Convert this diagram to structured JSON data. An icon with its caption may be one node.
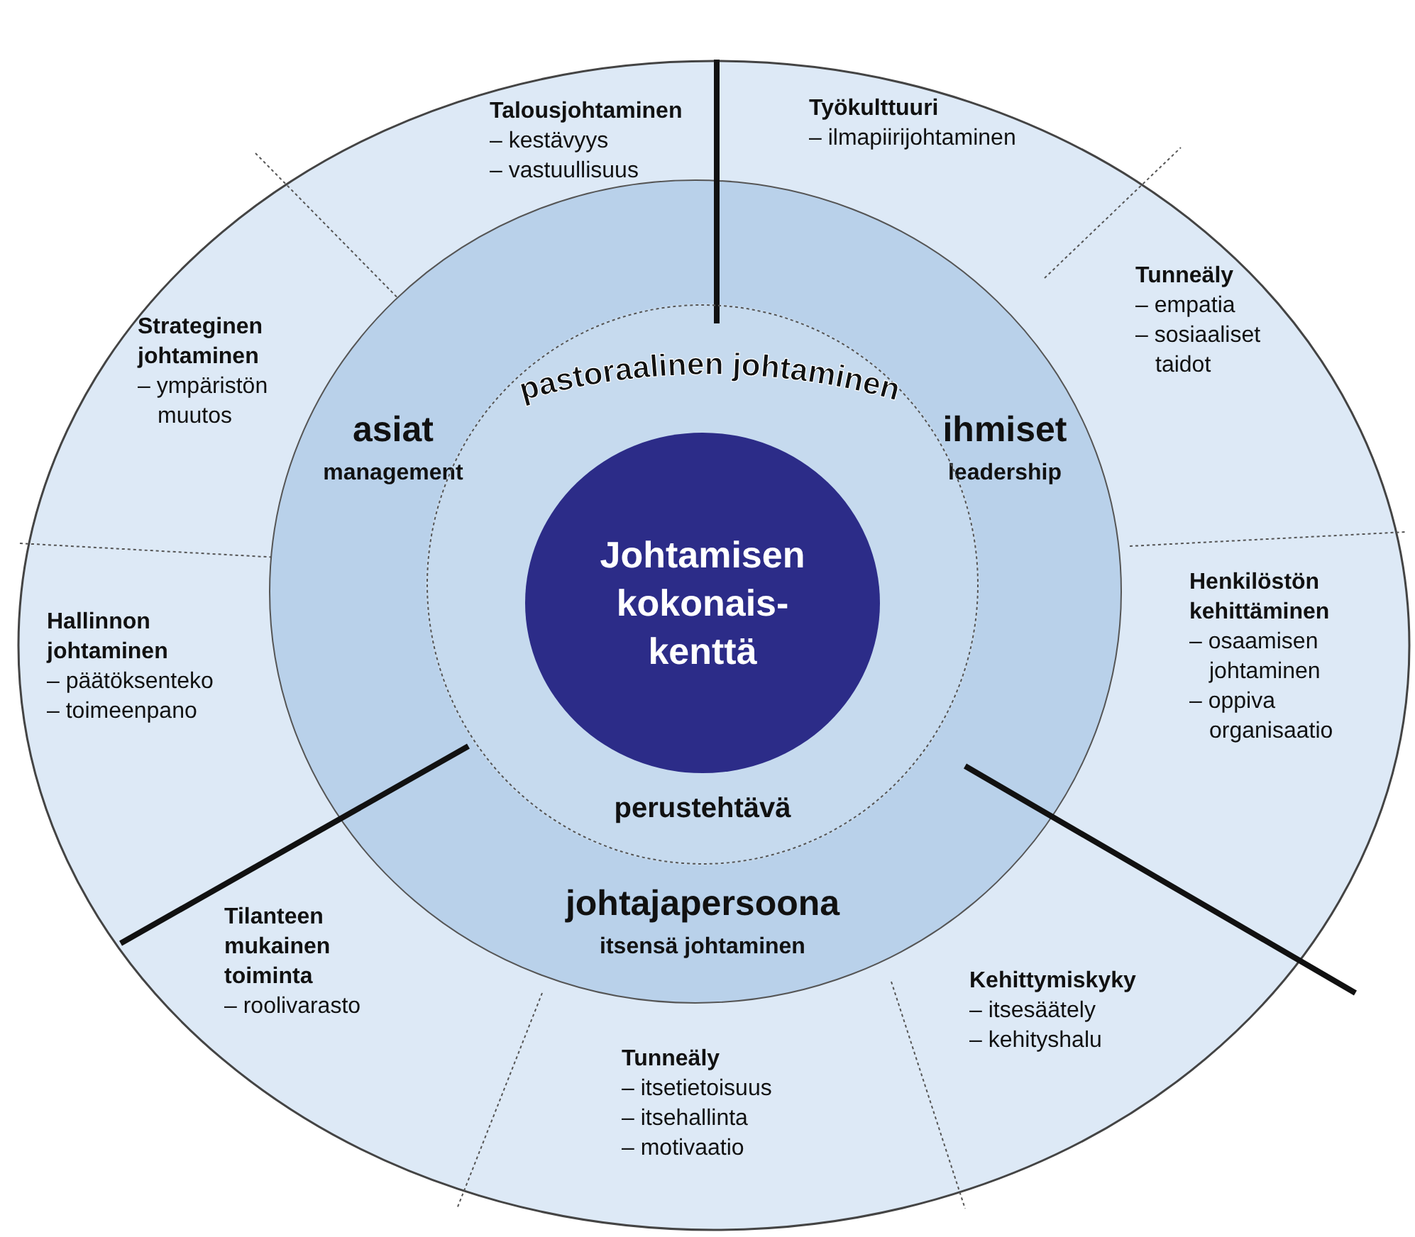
{
  "diagram": {
    "nodes": [
      {
        "text": [
          "Talousjohtaminen",
          "– kestävyys",
          "– vastuullisuus"
        ]
      },
      {
        "text": [
          "Työkulttuuri",
          "– ilmapiirijohtaminen"
        ]
      },
      {
        "text": [
          "Tunneäly",
          "– empatia",
          "– sosiaaliset taidot"
        ]
      },
      {
        "text": [
          "Henkilöstön kehittäminen",
          "– osaamisen johtaminen",
          "– oppiva organisaatio"
        ]
      },
      {
        "text": [
          "Kehittymiskyky",
          "– itsesäätely",
          "– kehityshalu"
        ]
      },
      {
        "text": [
          "Tunneäly",
          "– itsetietoisuus",
          "– itsehallinta",
          "– motivaatio"
        ]
      },
      {
        "text": [
          "Tilanteen mukainen toiminta",
          "– roolivarasto"
        ]
      },
      {
        "text": [
          "Hallinnon johtaminen",
          "– päätöksenteko",
          "– toimeenpano"
        ]
      },
      {
        "text": [
          "Strateginen johtaminen",
          "– ympäristön muutos"
        ]
      },
      {
        "text": [
          "asiat",
          "management"
        ]
      },
      {
        "text": [
          "ihmiset",
          "leadership"
        ]
      },
      {
        "text": [
          "johtajapersoona",
          "itsensä johtaminen"
        ]
      },
      {
        "text": [
          "pastoraalinen johtaminen",
          "perustehtävä"
        ]
      },
      {
        "text": [
          "Johtamisen kokonais-kenttä"
        ],
        "in": 12
      }
    ],
    "edges": []
  }
}
